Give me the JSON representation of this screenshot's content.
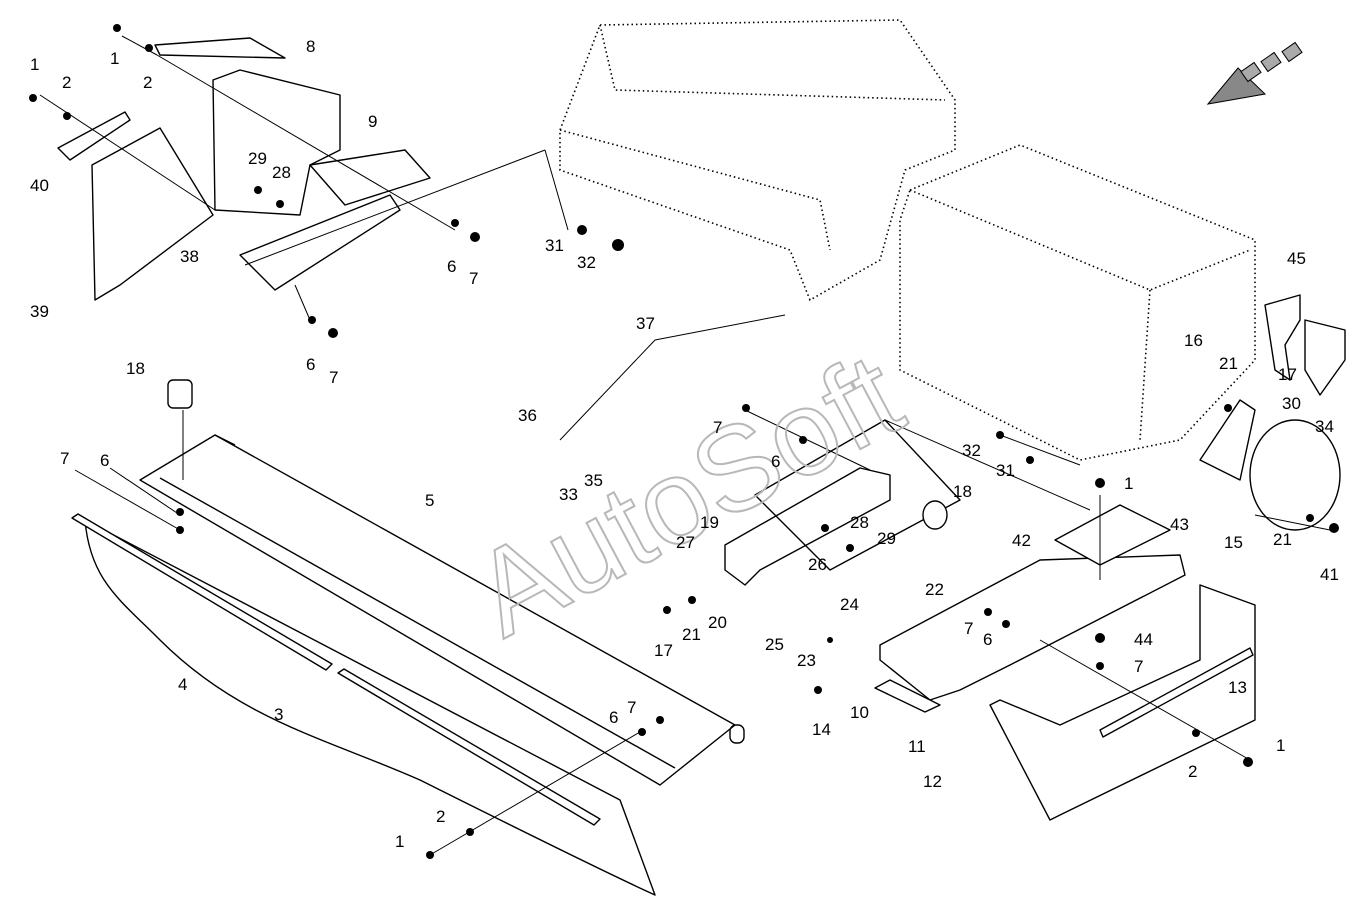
{
  "watermark": "AutoSoft",
  "direction_arrow": "direction-arrow-icon",
  "callouts": [
    "1",
    "2",
    "3",
    "4",
    "5",
    "6",
    "7",
    "8",
    "9",
    "10",
    "11",
    "12",
    "13",
    "14",
    "15",
    "16",
    "17",
    "18",
    "19",
    "20",
    "21",
    "22",
    "23",
    "24",
    "25",
    "26",
    "27",
    "28",
    "29",
    "30",
    "31",
    "32",
    "33",
    "34",
    "35",
    "36",
    "37",
    "38",
    "39",
    "40",
    "41",
    "42",
    "43",
    "44",
    "45"
  ]
}
